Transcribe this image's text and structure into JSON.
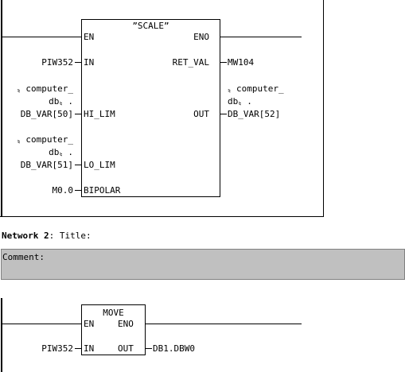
{
  "network1": {
    "block": {
      "title": "”SCALE”",
      "pins": {
        "en": "EN",
        "eno": "ENO",
        "in": "IN",
        "ret_val": "RET_VAL",
        "hi_lim": "HI_LIM",
        "out": "OUT",
        "lo_lim": "LO_LIM",
        "bipolar": "BIPOLAR"
      }
    },
    "operands": {
      "in": "PIW352",
      "ret_val": "MW104",
      "hi_lim": [
        "〟computer_",
        "db〟.",
        "DB_VAR[50]"
      ],
      "out": [
        "〟computer_",
        "db〟.",
        "DB_VAR[52]"
      ],
      "lo_lim": [
        "〟computer_",
        "db〟.",
        "DB_VAR[51]"
      ],
      "bipolar": "M0.0"
    }
  },
  "network2": {
    "label": "Network 2",
    "colon": ":",
    "title": "Title:",
    "comment_label": "Comment:",
    "comment_bg": "#c0c0c0",
    "block": {
      "title": "MOVE",
      "pins": {
        "en": "EN",
        "eno": "ENO",
        "in": "IN",
        "out": "OUT"
      }
    },
    "operands": {
      "in": "PIW352",
      "out": "DB1.DBW0"
    }
  }
}
